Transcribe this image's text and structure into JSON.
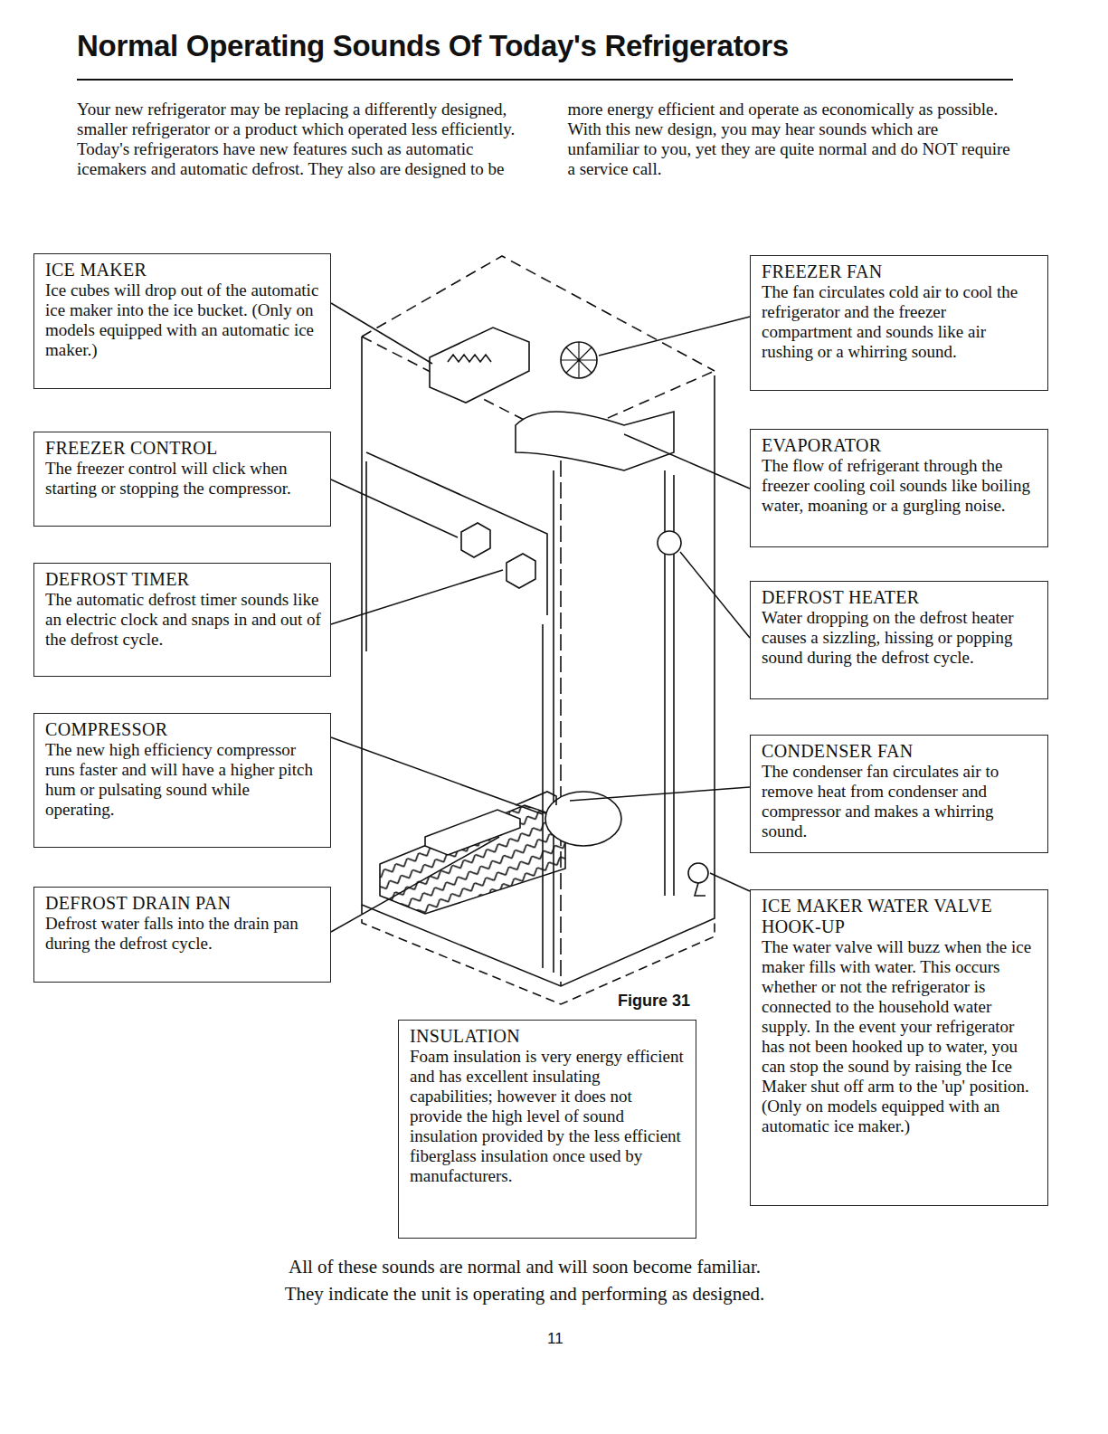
{
  "diagram": {
    "title": "Normal Operating Sounds Of Today's Refrigerators",
    "nodes": [
      {
        "text": [
          "ICE MAKER",
          "Ice cubes will drop out of the automatic ice maker into the ice bucket. (Only on models equipped with an automatic ice maker.)"
        ]
      },
      {
        "text": [
          "FREEZER CONTROL",
          "The freezer control will click when starting or stopping the compressor."
        ]
      },
      {
        "text": [
          "DEFROST TIMER",
          "The automatic defrost timer sounds like an electric clock and snaps in and out of the defrost cycle."
        ]
      },
      {
        "text": [
          "COMPRESSOR",
          "The new high efficiency compressor runs faster and will have a higher pitch hum or pulsating sound while operating."
        ]
      },
      {
        "text": [
          "DEFROST DRAIN PAN",
          "Defrost water falls into the drain pan during the defrost cycle."
        ]
      },
      {
        "text": [
          "FREEZER FAN",
          "The fan circulates cold air to cool the refrigerator and the freezer compartment and sounds like air rushing or a whirring sound."
        ]
      },
      {
        "text": [
          "EVAPORATOR",
          "The flow of refrigerant through the freezer cooling coil sounds like boiling water, moaning or a gurgling noise."
        ]
      },
      {
        "text": [
          "DEFROST HEATER",
          "Water dropping on the defrost heater causes a sizzling, hissing or popping sound during the defrost cycle."
        ]
      },
      {
        "text": [
          "CONDENSER FAN",
          "The condenser fan circulates air to remove heat from condenser and compressor and makes a whirring sound."
        ]
      },
      {
        "text": [
          "ICE MAKER WATER VALVE HOOK-UP",
          "The water valve will buzz when the ice maker fills with water. This occurs whether or not the refrigerator is connected to the household water supply. In the event your refrigerator has not been hooked up to water, you can stop the sound by raising the Ice Maker shut off arm to the 'up' position. (Only on models equipped with an automatic ice maker.)"
        ]
      },
      {
        "text": [
          "INSULATION",
          "Foam insulation is very energy efficient and has excellent insulating capabilities; however it does not provide the high level of sound insulation provided by the less efficient fiberglass insulation once used by manufacturers."
        ]
      }
    ],
    "labels": [
      "Your new refrigerator may be replacing a differently designed, smaller refrigerator or a product which operated less efficiently. Today's refrigerators have new features such as automatic icemakers and automatic defrost. They also are designed to be more energy efficient and operate as economically as possible. With this new design, you may hear sounds which are unfamiliar to you, yet they are quite normal and do NOT require a service call.",
      "Figure 31",
      "All of these sounds are normal and will soon become familiar.",
      "They indicate the unit is operating and performing as designed.",
      "11"
    ]
  }
}
